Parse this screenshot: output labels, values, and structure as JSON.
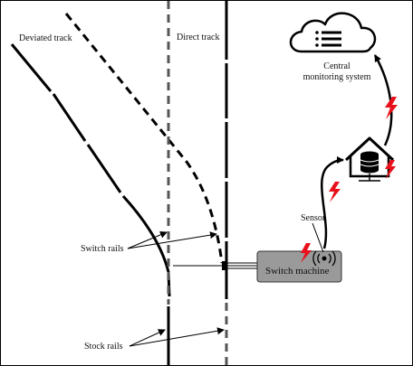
{
  "labels": {
    "deviated_track": "Deviated track",
    "direct_track": "Direct track",
    "central_line1": "Central",
    "central_line2": "monitoring system",
    "sensor": "Sensor",
    "switch_machine": "Switch machine",
    "switch_rails": "Switch rails",
    "stock_rails": "Stock rails"
  },
  "icons": {
    "cloud": "cloud-server-icon",
    "house": "database-house-icon",
    "lightning": "lightning-icon",
    "wireless": "wireless-signal-icon"
  },
  "colors": {
    "lightning": "#e8101a",
    "machine_fill": "#9a9a9a",
    "rail": "#000000",
    "dashed_rail": "#555555"
  }
}
